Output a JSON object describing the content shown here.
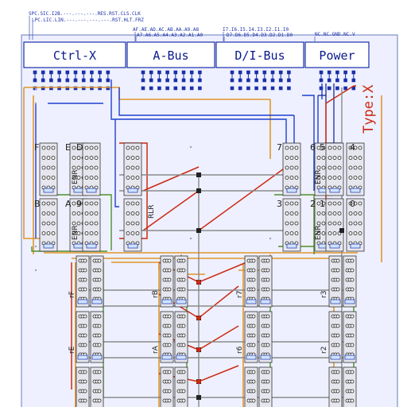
{
  "header": {
    "ctrl_pins_top": "SPC.SIC.I2B.---.---.---.RES.RST.CLS.CLK",
    "ctrl_pins_bottom": "LPC.LIC.LIN.---.---.---.---.RST.HLT.FRZ",
    "abus_pins_top": "AF.AE.AD.AC.AB.AA.A9.A8",
    "abus_pins_bottom": "A7.A6.A5.A4.A3.A2.A1.A0",
    "dbus_pins_top": "I7.I6.I5.I4.I3.I2.I1.I0",
    "dbus_pins_bottom": "D7.D6.D5.D4.D3.D2.D1.D0",
    "power_pins": "NC.NC.GND.NC.V"
  },
  "connectors": [
    {
      "label": "Ctrl-X"
    },
    {
      "label": "A-Bus"
    },
    {
      "label": "D/I-Bus"
    },
    {
      "label": "Power"
    }
  ],
  "type_label": "Type:X",
  "relay_labels": {
    "top_row": [
      "F",
      "E",
      "D",
      "7",
      "6",
      "5",
      "4"
    ],
    "mid_row": [
      "B",
      "A",
      "9",
      "3",
      "2",
      "1",
      "0"
    ],
    "group_left_top": "ENR",
    "group_left_bottom": "ENR",
    "group_mid": "RLR",
    "group_right_top": "ENR",
    "group_right_bottom": "ENR",
    "lower_groups": [
      "rF",
      "rB",
      "r7",
      "r3"
    ],
    "lower_groups_2": [
      "rE",
      "rA",
      "r6",
      "r2"
    ]
  },
  "colors": {
    "board": "#eef0ff",
    "board_border": "#7f90c8",
    "orange": "#e0962a",
    "blue": "#1f3fcf",
    "dark_blue": "#0a1a8c",
    "red": "#cc2a12",
    "green": "#4f8f2a",
    "grey": "#8a8a8a",
    "relay_fill": "#e6e6ee",
    "pin_blue": "#1a2fa8"
  }
}
